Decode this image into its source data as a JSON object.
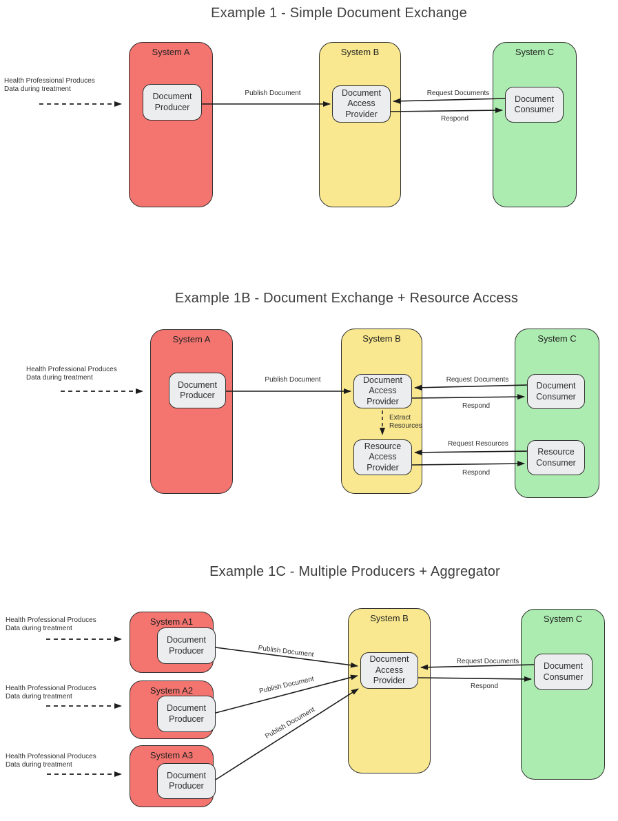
{
  "colors": {
    "system_red": "#F4746F",
    "system_yellow": "#F9E88F",
    "system_green": "#ACECB0",
    "component_fill": "#ECEDEF",
    "line": "#1C1C1C"
  },
  "d1": {
    "title": "Example 1 - Simple Document Exchange",
    "note": "Health Professional Produces\nData during treatment",
    "system_a": "System A",
    "system_b": "System B",
    "system_c": "System C",
    "producer": "Document Producer",
    "access_provider": "Document Access Provider",
    "consumer": "Document Consumer",
    "publish": "Publish Document",
    "request": "Request Documents",
    "respond": "Respond"
  },
  "d2": {
    "title": "Example 1B - Document Exchange + Resource Access",
    "note": "Health Professional Produces\nData during treatment",
    "system_a": "System A",
    "system_b": "System B",
    "system_c": "System C",
    "producer": "Document Producer",
    "access_provider": "Document Access Provider",
    "resource_provider": "Resource Access Provider",
    "consumer": "Document Consumer",
    "resource_consumer": "Resource Consumer",
    "publish": "Publish Document",
    "request_documents": "Request Documents",
    "respond_documents": "Respond",
    "extract": "Extract\nResources",
    "request_resources": "Request Resources",
    "respond_resources": "Respond"
  },
  "d3": {
    "title": "Example 1C - Multiple Producers + Aggregator",
    "notes": [
      "Health Professional Produces\nData during treatment",
      "Health Professional Produces\nData during treatment",
      "Health Professional Produces\nData during treatment"
    ],
    "system_a1": "System A1",
    "system_a2": "System A2",
    "system_a3": "System A3",
    "system_b": "System B",
    "system_c": "System C",
    "producer_1": "Document Producer",
    "producer_2": "Document Producer",
    "producer_3": "Document Producer",
    "access_provider": "Document Access Provider",
    "consumer": "Document Consumer",
    "publish_1": "Publish Document",
    "publish_2": "Publish Document",
    "publish_3": "Publish Document",
    "request": "Request Documents",
    "respond": "Respond"
  }
}
